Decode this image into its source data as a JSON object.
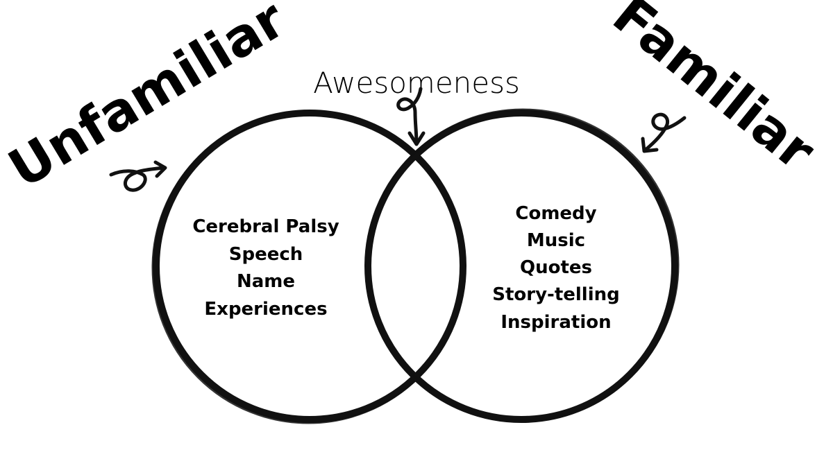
{
  "labels": {
    "left": "Unfamiliar",
    "right": "Familiar",
    "intersection": "Awesomeness"
  },
  "left_items": [
    "Cerebral Palsy",
    "Speech",
    "Name",
    "Experiences"
  ],
  "right_items": [
    "Comedy",
    "Music",
    "Quotes",
    "Story-telling",
    "Inspiration"
  ],
  "icons": {
    "left_arrow": "curly-arrow-icon",
    "center_arrow": "curly-arrow-icon",
    "right_arrow": "curly-arrow-icon"
  },
  "colors": {
    "ink": "#111111",
    "background": "#ffffff"
  }
}
